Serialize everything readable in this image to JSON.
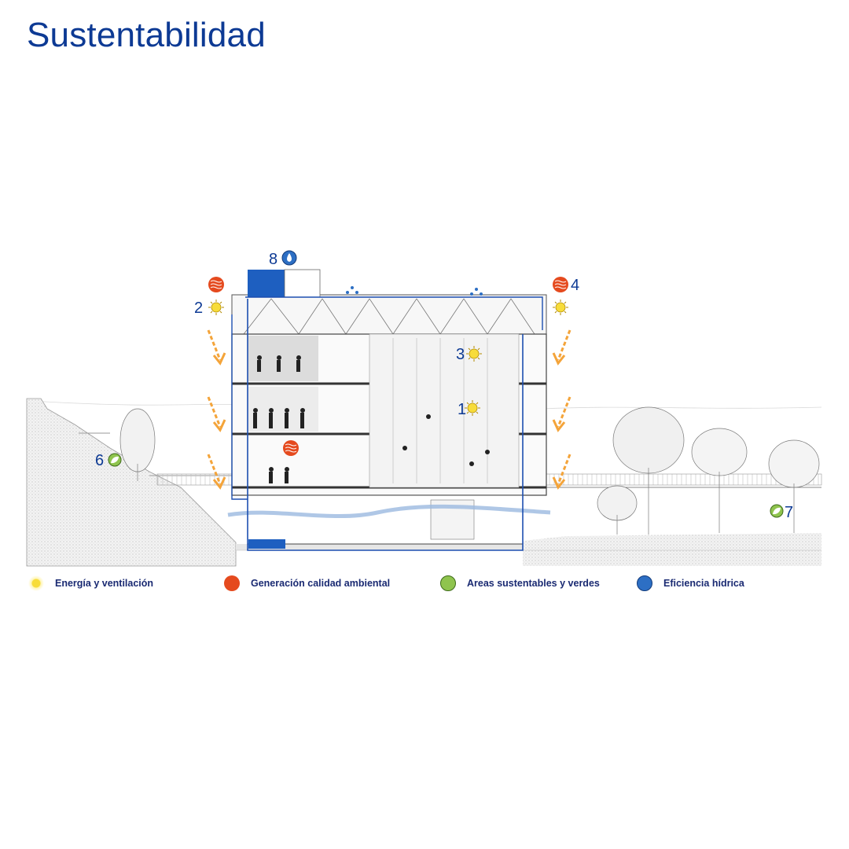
{
  "title": "Sustentabilidad",
  "markers": {
    "m1": "1",
    "m2": "2",
    "m3": "3",
    "m4": "4",
    "m6": "6",
    "m7": "7",
    "m8": "8"
  },
  "legend": [
    {
      "label": "Energía y ventilación",
      "icon": "sun-icon",
      "color": "#f2cf1d"
    },
    {
      "label": "Generación calidad ambiental",
      "icon": "waves-icon",
      "color": "#e54a1e"
    },
    {
      "label": "Areas sustentables y verdes",
      "icon": "leaf-icon",
      "color": "#7dbb3c"
    },
    {
      "label": "Eficiencia hídrica",
      "icon": "water-drop-icon",
      "color": "#2d6fc4"
    }
  ],
  "colors": {
    "title": "#0d3a94",
    "water_line": "#1d4fb0",
    "arrows": "#f4a43a"
  }
}
